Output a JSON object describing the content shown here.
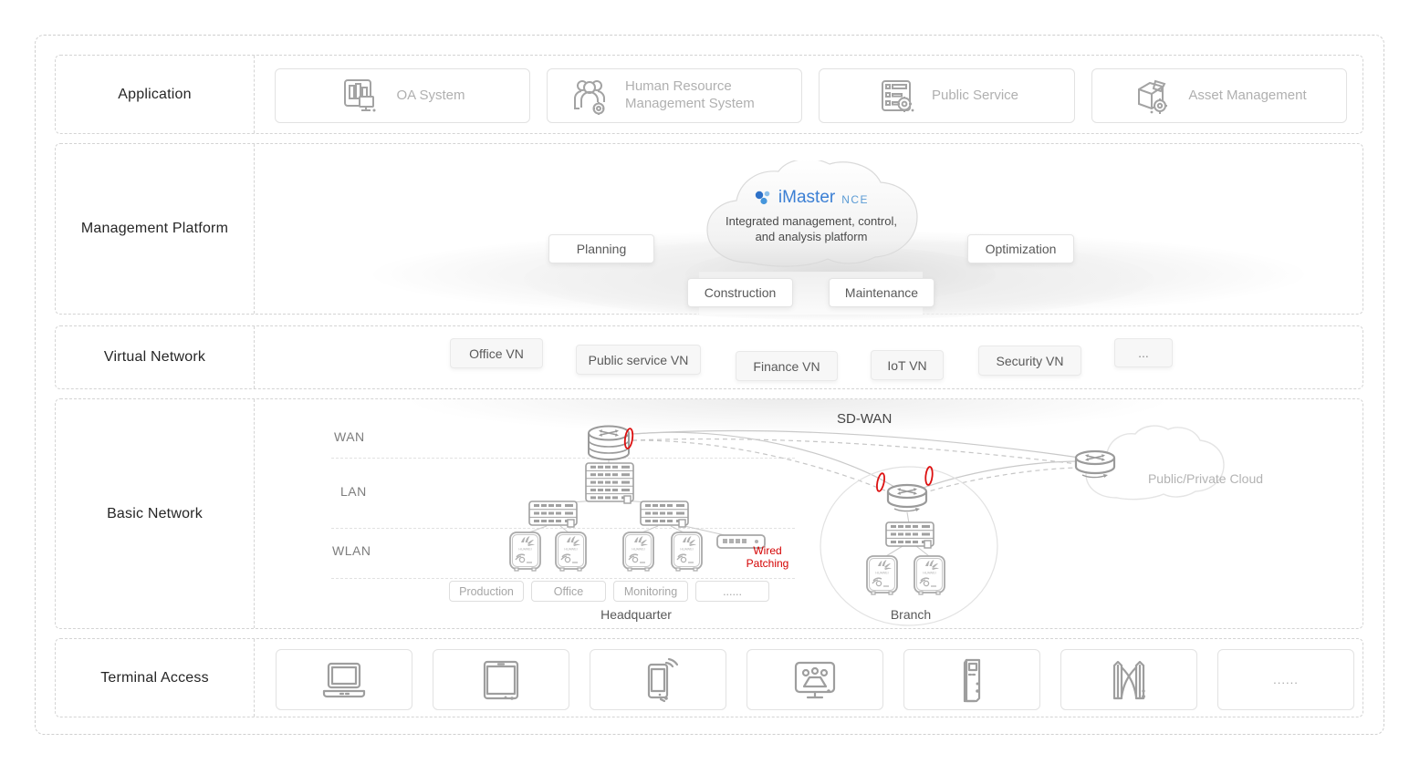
{
  "layers": {
    "application": {
      "label": "Application",
      "cards": [
        {
          "label": "OA System",
          "icon": "oa-system-icon"
        },
        {
          "label": "Human Resource Management System",
          "icon": "hr-people-gear-icon"
        },
        {
          "label": "Public Service",
          "icon": "public-service-checklist-gear-icon"
        },
        {
          "label": "Asset Management",
          "icon": "asset-box-gear-icon"
        }
      ]
    },
    "management": {
      "label": "Management Platform",
      "cloud": {
        "brand": "iMaster",
        "brand_suffix": "NCE",
        "description_line1": "Integrated management, control,",
        "description_line2": "and analysis platform"
      },
      "buttons": [
        "Planning",
        "Construction",
        "Maintenance",
        "Optimization"
      ]
    },
    "virtual_network": {
      "label": "Virtual Network",
      "buttons": [
        "Office VN",
        "Public service VN",
        "Finance VN",
        "IoT VN",
        "Security VN",
        "..."
      ]
    },
    "basic_network": {
      "label": "Basic Network",
      "bands": [
        "WAN",
        "LAN",
        "WLAN"
      ],
      "sdwan_label": "SD-WAN",
      "public_private_cloud_label": "Public/Private Cloud",
      "wired_patching_line1": "Wired",
      "wired_patching_line2": "Patching",
      "zones": [
        "Production",
        "Office",
        "Monitoring",
        "......"
      ],
      "sites": {
        "headquarter": "Headquarter",
        "branch": "Branch"
      }
    },
    "terminal": {
      "label": "Terminal Access",
      "more_label": "......"
    }
  },
  "colors": {
    "brand_blue": "#3b7fd4",
    "link_red": "#d40000",
    "device_gray": "#a0a0a0",
    "dashed_border": "#d4d4d4"
  }
}
